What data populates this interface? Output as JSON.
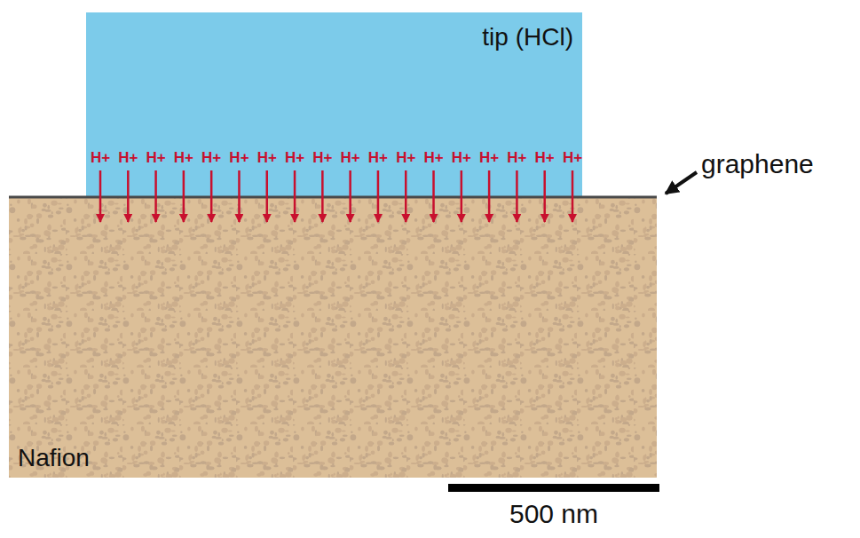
{
  "diagram": {
    "nodes": [
      {
        "text": [
          "tip (HCl)"
        ]
      },
      {
        "text": [
          "Nafion"
        ]
      }
    ],
    "labels": [
      "H+",
      "H+",
      "H+",
      "H+",
      "H+",
      "H+",
      "H+",
      "H+",
      "H+",
      "H+",
      "H+",
      "H+",
      "H+",
      "H+",
      "H+",
      "H+",
      "H+",
      "H+",
      "graphene",
      "500 nm"
    ]
  }
}
